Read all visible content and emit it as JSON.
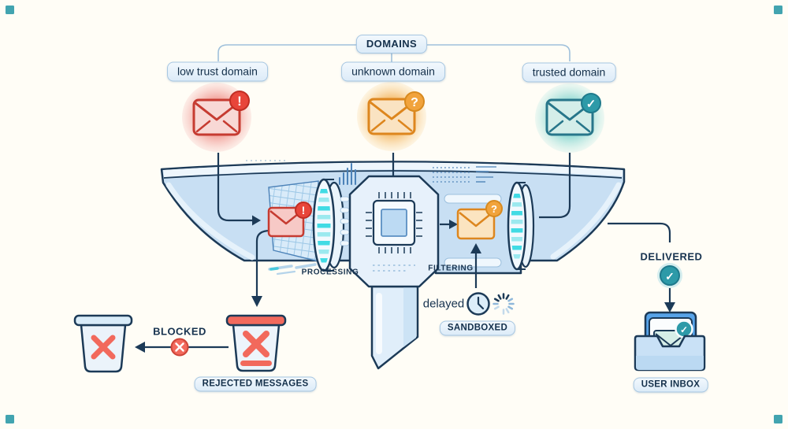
{
  "background": "#FFFDF6",
  "palette": {
    "navy": "#1C3A57",
    "funnel_blue": "#C8DFF3",
    "cyan": "#41DBE4",
    "red": "#E2473B",
    "orange": "#F09A2E",
    "teal": "#2D9AA8",
    "pill_border": "#A6C6E1"
  },
  "glyphs": {
    "alert": "!",
    "question": "?",
    "check": "✓"
  },
  "bracket": {
    "label": "DOMAINS"
  },
  "domains": [
    {
      "label": "low trust domain",
      "status": "alert"
    },
    {
      "label": "unknown domain",
      "status": "question"
    },
    {
      "label": "trusted domain",
      "status": "check"
    }
  ],
  "machine": {
    "processing": "PROCESSING",
    "filtering": "FILTERING"
  },
  "sandbox": {
    "delayed": "delayed",
    "badge": "SANDBOXED"
  },
  "blocked": {
    "label": "BLOCKED",
    "bin": "REJECTED MESSAGES"
  },
  "delivered": {
    "label": "DELIVERED",
    "inbox": "USER INBOX"
  }
}
